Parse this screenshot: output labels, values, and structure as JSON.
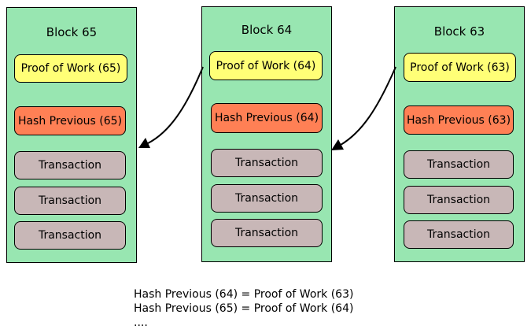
{
  "colors": {
    "block_fill": "#98e6b1",
    "proof_of_work_fill": "#ffff77",
    "hash_previous_fill": "#ff8055",
    "transaction_fill": "#c8b7b7",
    "stroke": "#000000"
  },
  "blocks": [
    {
      "title": "Block 65",
      "proof_of_work": "Proof of Work (65)",
      "hash_previous": "Hash Previous (65)",
      "transactions": [
        "Transaction",
        "Transaction",
        "Transaction"
      ]
    },
    {
      "title": "Block 64",
      "proof_of_work": "Proof of Work (64)",
      "hash_previous": "Hash Previous (64)",
      "transactions": [
        "Transaction",
        "Transaction",
        "Transaction"
      ]
    },
    {
      "title": "Block 63",
      "proof_of_work": "Proof of Work (63)",
      "hash_previous": "Hash Previous (63)",
      "transactions": [
        "Transaction",
        "Transaction",
        "Transaction"
      ]
    }
  ],
  "formulas": [
    "Hash Previous (64) = Proof of Work (63)",
    "Hash Previous (65) = Proof of Work (64)",
    "...."
  ]
}
